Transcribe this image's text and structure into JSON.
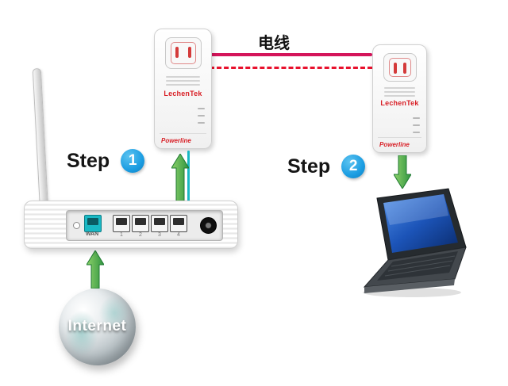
{
  "diagram": {
    "cable_label": "电线",
    "internet_label": "Internet",
    "steps": [
      {
        "word": "Step",
        "number": "1"
      },
      {
        "word": "Step",
        "number": "2"
      }
    ],
    "adapter": {
      "brand": "LechenTek",
      "model": "Powerline"
    },
    "router": {
      "wan_label": "WAN",
      "port_labels": [
        "1",
        "2",
        "3",
        "4"
      ]
    },
    "colors": {
      "cable_solid": "#d4145a",
      "cable_dashed": "#e8112d",
      "step_badge": "#1b9de2",
      "arrow_green": "#3aa23f",
      "ethernet_teal": "#19b8c4",
      "brand_red": "#d81f26",
      "laptop_screen_blue": "#1c54b8"
    }
  }
}
